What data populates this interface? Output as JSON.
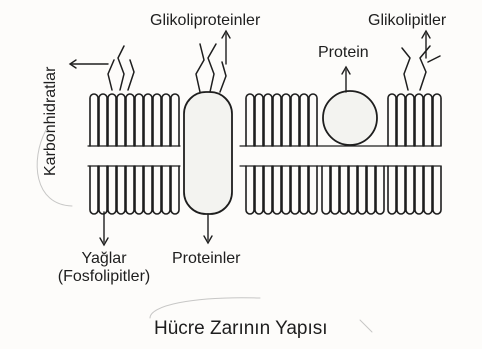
{
  "labels": {
    "carbohydrates": "Karbonhidratlar",
    "glycoproteins": "Glikoliproteinler",
    "glycolipids": "Glikolipitler",
    "protein": "Protein",
    "fats_line1": "Yağlar",
    "fats_line2": "(Fosfolipitler)",
    "proteins": "Proteinler"
  },
  "caption": "Hücre Zarının Yapısı",
  "colors": {
    "ink": "#1e1e1e",
    "background": "#fdfcfa",
    "protein_fill": "#f3f3f0"
  }
}
